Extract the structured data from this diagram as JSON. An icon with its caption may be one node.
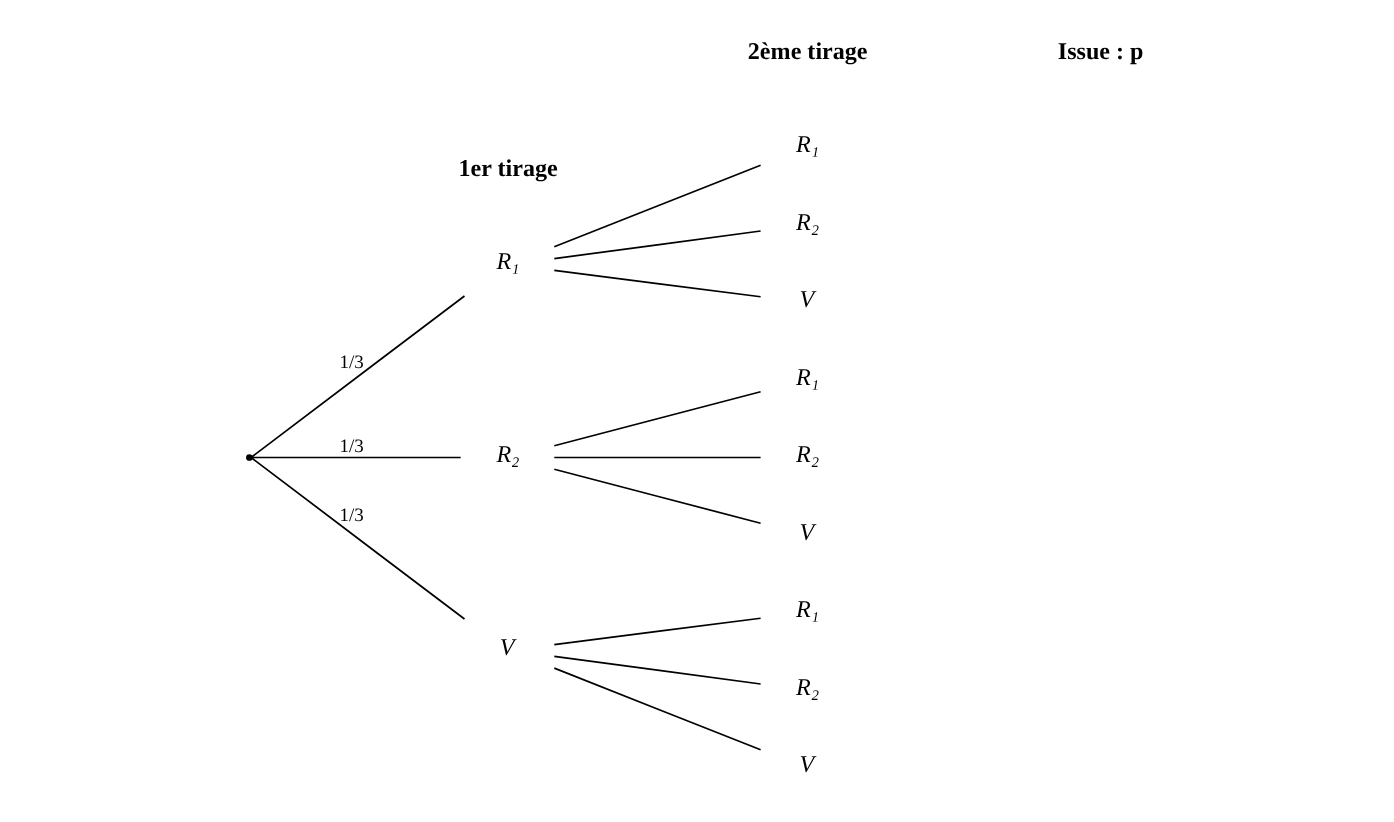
{
  "diagram": {
    "nodes": [
      {
        "text": [],
        "shape": "point"
      },
      {
        "text": [
          "R₁"
        ]
      },
      {
        "text": [
          "R₂"
        ]
      },
      {
        "text": [
          "V"
        ]
      },
      {
        "text": [
          "R₁"
        ]
      },
      {
        "text": [
          "R₂"
        ]
      },
      {
        "text": [
          "V"
        ]
      },
      {
        "text": [
          "R₁"
        ]
      },
      {
        "text": [
          "R₂"
        ]
      },
      {
        "text": [
          "V"
        ]
      },
      {
        "text": [
          "R₁"
        ]
      },
      {
        "text": [
          "R₂"
        ]
      },
      {
        "text": [
          "V"
        ]
      }
    ],
    "edges": [
      {
        "from": 0,
        "to": 1,
        "arrow": "none",
        "label": "1/3"
      },
      {
        "from": 0,
        "to": 2,
        "arrow": "none",
        "label": "1/3"
      },
      {
        "from": 0,
        "to": 3,
        "arrow": "none",
        "label": "1/3"
      },
      {
        "from": 1,
        "to": 4,
        "arrow": "none"
      },
      {
        "from": 1,
        "to": 5,
        "arrow": "none"
      },
      {
        "from": 1,
        "to": 6,
        "arrow": "none"
      },
      {
        "from": 2,
        "to": 7,
        "arrow": "none"
      },
      {
        "from": 2,
        "to": 8,
        "arrow": "none"
      },
      {
        "from": 2,
        "to": 9,
        "arrow": "none"
      },
      {
        "from": 3,
        "to": 10,
        "arrow": "none"
      },
      {
        "from": 3,
        "to": 11,
        "arrow": "none"
      },
      {
        "from": 3,
        "to": 12,
        "arrow": "none"
      }
    ],
    "labels": [
      "1er tirage",
      "2ème tirage",
      "Issue : p"
    ]
  }
}
